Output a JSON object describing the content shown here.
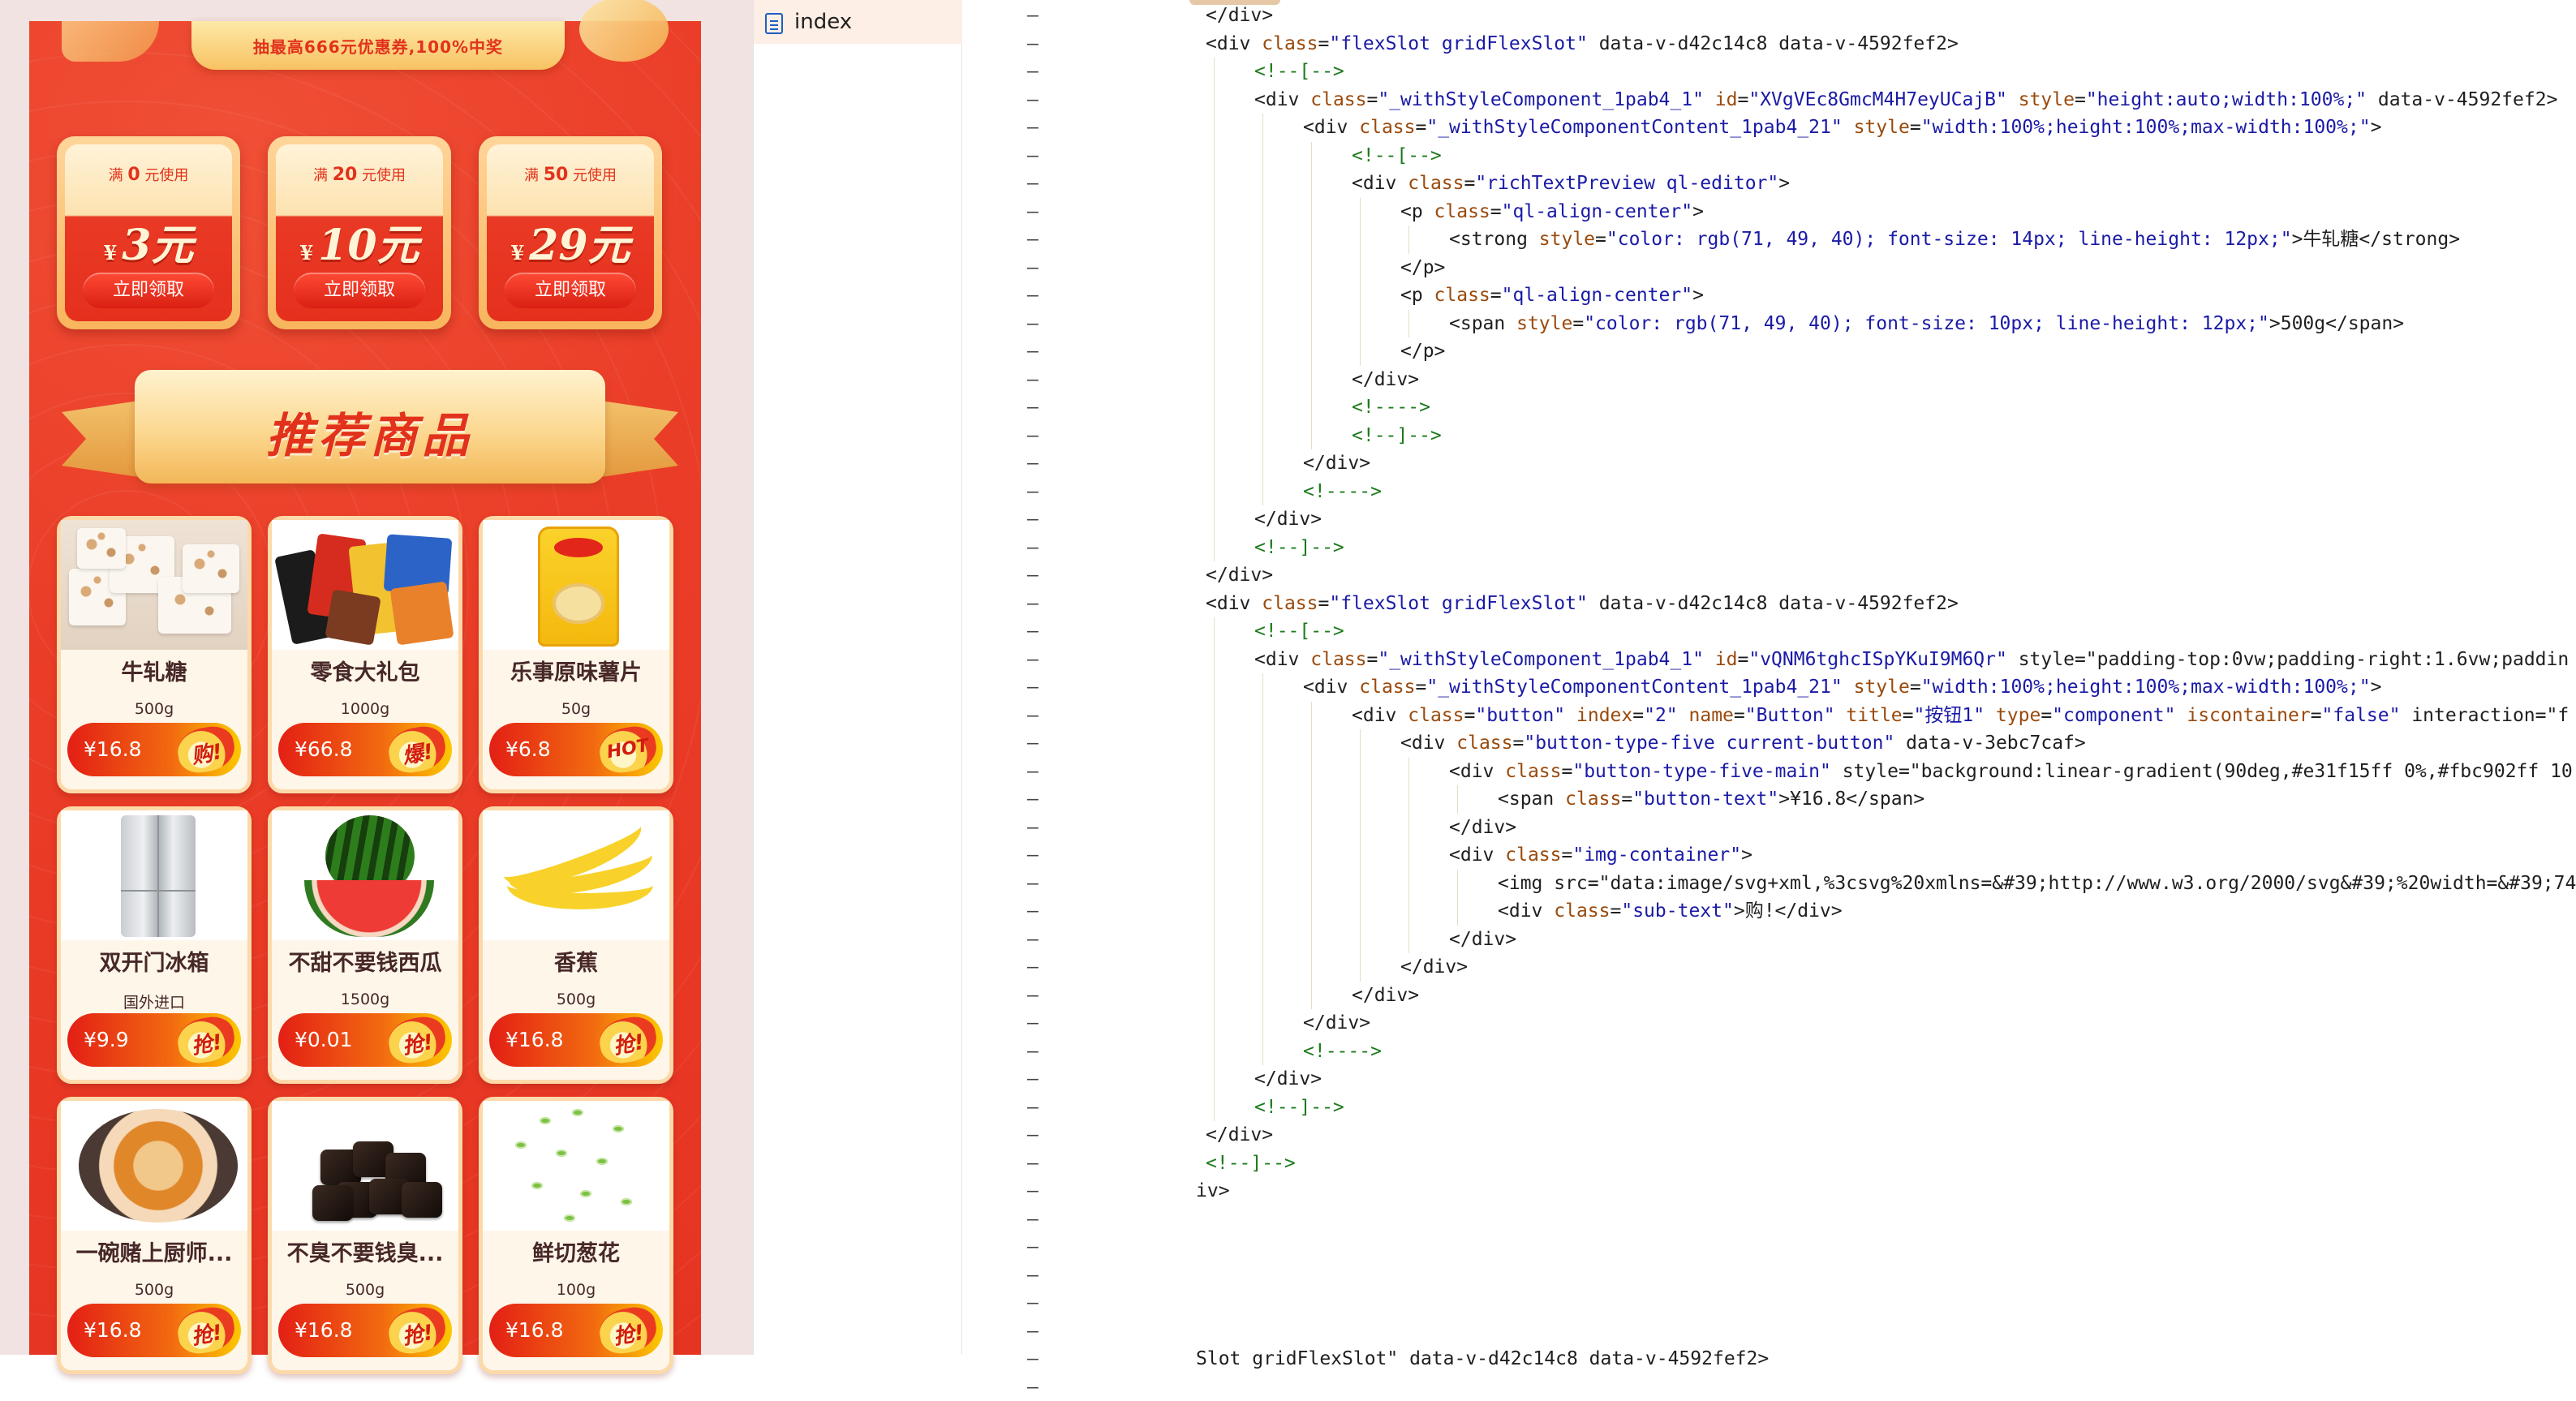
{
  "preview": {
    "top_banner": "抽最高666元优惠券,100%中奖",
    "coupons": [
      {
        "cond_prefix": "满",
        "cond_value": "0",
        "cond_suffix": "元使用",
        "yen": "¥",
        "amount": "3元",
        "button": "立即领取"
      },
      {
        "cond_prefix": "满",
        "cond_value": "20",
        "cond_suffix": "元使用",
        "yen": "¥",
        "amount": "10元",
        "button": "立即领取"
      },
      {
        "cond_prefix": "满",
        "cond_value": "50",
        "cond_suffix": "元使用",
        "yen": "¥",
        "amount": "29元",
        "button": "立即领取"
      }
    ],
    "section_title": "推荐商品",
    "products": [
      {
        "name": "牛轧糖",
        "spec": "500g",
        "price": "¥16.8",
        "badge": "购!",
        "image": "nougat"
      },
      {
        "name": "零食大礼包",
        "spec": "1000g",
        "price": "¥66.8",
        "badge": "爆!",
        "image": "snack"
      },
      {
        "name": "乐事原味薯片",
        "spec": "50g",
        "price": "¥6.8",
        "badge": "HOT",
        "image": "chips"
      },
      {
        "name": "双开门冰箱",
        "spec": "国外进口",
        "price": "¥9.9",
        "badge": "抢!",
        "image": "fridge"
      },
      {
        "name": "不甜不要钱西瓜",
        "spec": "1500g",
        "price": "¥0.01",
        "badge": "抢!",
        "image": "melon"
      },
      {
        "name": "香蕉",
        "spec": "500g",
        "price": "¥16.8",
        "badge": "抢!",
        "image": "banana"
      },
      {
        "name": "一碗赌上厨师...",
        "spec": "500g",
        "price": "¥16.8",
        "badge": "抢!",
        "image": "noodle"
      },
      {
        "name": "不臭不要钱臭...",
        "spec": "500g",
        "price": "¥16.8",
        "badge": "抢!",
        "image": "tofu"
      },
      {
        "name": "鲜切葱花",
        "spec": "100g",
        "price": "¥16.8",
        "badge": "抢!",
        "image": "scallion"
      }
    ]
  },
  "files": {
    "items": [
      {
        "label": "index",
        "icon": "document-icon"
      }
    ]
  },
  "code": {
    "lines": [
      {
        "marker": "–",
        "indent": 0,
        "text": "</div>"
      },
      {
        "marker": "–",
        "indent": 0,
        "text": "<div class=\"flexSlot gridFlexSlot\" data-v-d42c14c8 data-v-4592fef2>"
      },
      {
        "marker": "–",
        "indent": 1,
        "text": "<!--[-->"
      },
      {
        "marker": "–",
        "indent": 1,
        "text": "<div class=\"_withStyleComponent_1pab4_1\" id=\"XVgVEc8GmcM4H7eyUCajB\" style=\"height:auto;width:100%;\" data-v-4592fef2>"
      },
      {
        "marker": "–",
        "indent": 2,
        "text": "<div class=\"_withStyleComponentContent_1pab4_21\" style=\"width:100%;height:100%;max-width:100%;\">"
      },
      {
        "marker": "–",
        "indent": 3,
        "text": "<!--[-->"
      },
      {
        "marker": "–",
        "indent": 3,
        "text": "<div class=\"richTextPreview ql-editor\">"
      },
      {
        "marker": "–",
        "indent": 4,
        "text": "<p class=\"ql-align-center\">"
      },
      {
        "marker": "–",
        "indent": 5,
        "text": "<strong style=\"color: rgb(71, 49, 40); font-size: 14px; line-height: 12px;\">牛轧糖</strong>"
      },
      {
        "marker": "–",
        "indent": 4,
        "text": "</p>"
      },
      {
        "marker": "–",
        "indent": 4,
        "text": "<p class=\"ql-align-center\">"
      },
      {
        "marker": "–",
        "indent": 5,
        "text": "<span style=\"color: rgb(71, 49, 40); font-size: 10px; line-height: 12px;\">500g</span>"
      },
      {
        "marker": "–",
        "indent": 4,
        "text": "</p>"
      },
      {
        "marker": "–",
        "indent": 3,
        "text": "</div>"
      },
      {
        "marker": "–",
        "indent": 3,
        "text": "<!---->"
      },
      {
        "marker": "–",
        "indent": 3,
        "text": "<!--]-->"
      },
      {
        "marker": "–",
        "indent": 2,
        "text": "</div>"
      },
      {
        "marker": "–",
        "indent": 2,
        "text": "<!---->"
      },
      {
        "marker": "–",
        "indent": 1,
        "text": "</div>"
      },
      {
        "marker": "–",
        "indent": 1,
        "text": "<!--]-->"
      },
      {
        "marker": "–",
        "indent": 0,
        "text": "</div>"
      },
      {
        "marker": "–",
        "indent": 0,
        "text": "<div class=\"flexSlot gridFlexSlot\" data-v-d42c14c8 data-v-4592fef2>"
      },
      {
        "marker": "–",
        "indent": 1,
        "text": "<!--[-->"
      },
      {
        "marker": "–",
        "indent": 1,
        "text": "<div class=\"_withStyleComponent_1pab4_1\" id=\"vQNM6tghcISpYKuI9M6Qr\" style=\"padding-top:0vw;padding-right:1.6vw;paddin"
      },
      {
        "marker": "–",
        "indent": 2,
        "text": "<div class=\"_withStyleComponentContent_1pab4_21\" style=\"width:100%;height:100%;max-width:100%;\">"
      },
      {
        "marker": "–",
        "indent": 3,
        "text": "<div class=\"button\" index=\"2\" name=\"Button\" title=\"按钮1\" type=\"component\" iscontainer=\"false\" interaction=\"f"
      },
      {
        "marker": "–",
        "indent": 4,
        "text": "<div class=\"button-type-five current-button\" data-v-3ebc7caf>"
      },
      {
        "marker": "–",
        "indent": 5,
        "text": "<div class=\"button-type-five-main\" style=\"background:linear-gradient(90deg,#e31f15ff 0%,#fbc902ff 10"
      },
      {
        "marker": "–",
        "indent": 6,
        "text": "<span class=\"button-text\">¥16.8</span>"
      },
      {
        "marker": "–",
        "indent": 5,
        "text": "</div>"
      },
      {
        "marker": "–",
        "indent": 5,
        "text": "<div class=\"img-container\">"
      },
      {
        "marker": "–",
        "indent": 6,
        "text": "<img src=\"data:image/svg+xml,%3csvg%20xmlns=&#39;http://www.w3.org/2000/svg&#39;%20width=&#39;74"
      },
      {
        "marker": "–",
        "indent": 6,
        "text": "<div class=\"sub-text\">购!</div>"
      },
      {
        "marker": "–",
        "indent": 5,
        "text": "</div>"
      },
      {
        "marker": "–",
        "indent": 4,
        "text": "</div>"
      },
      {
        "marker": "–",
        "indent": 3,
        "text": "</div>"
      },
      {
        "marker": "–",
        "indent": 2,
        "text": "</div>"
      },
      {
        "marker": "–",
        "indent": 2,
        "text": "<!---->"
      },
      {
        "marker": "–",
        "indent": 1,
        "text": "</div>"
      },
      {
        "marker": "–",
        "indent": 1,
        "text": "<!--]-->"
      },
      {
        "marker": "–",
        "indent": 0,
        "text": "</div>"
      },
      {
        "marker": "–",
        "indent": 0,
        "text": "<!--]-->"
      },
      {
        "marker": "–",
        "indent": -0.2,
        "text": "iv>"
      },
      {
        "marker": "–",
        "indent": 0,
        "text": ""
      },
      {
        "marker": "–",
        "indent": 0,
        "text": ""
      },
      {
        "marker": "–",
        "indent": 0,
        "text": ""
      },
      {
        "marker": "–",
        "indent": 0,
        "text": ""
      },
      {
        "marker": "–",
        "indent": 0,
        "text": ""
      },
      {
        "marker": "–",
        "indent": -0.2,
        "text": "Slot gridFlexSlot\" data-v-d42c14c8 data-v-4592fef2>"
      },
      {
        "marker": "–",
        "indent": 0,
        "text": ""
      }
    ]
  },
  "colors": {
    "accent": "#e2321c",
    "product_text": "#472828",
    "button_gradient_start": "#e31f15",
    "button_gradient_end": "#fbc902"
  }
}
